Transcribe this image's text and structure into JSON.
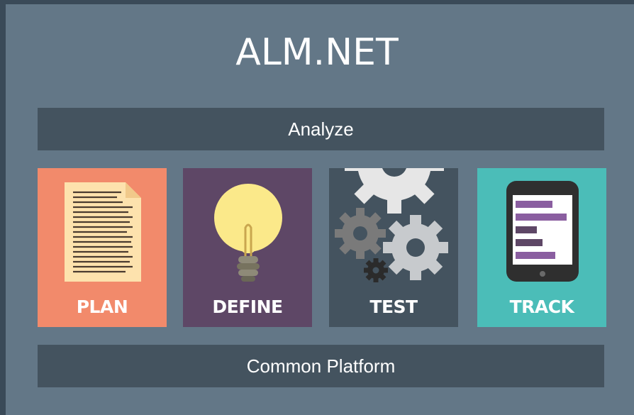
{
  "title": "ALM.NET",
  "top_bar": {
    "label": "Analyze"
  },
  "bottom_bar": {
    "label": "Common Platform"
  },
  "tiles": [
    {
      "label": "PLAN",
      "icon": "document-icon",
      "color": "#f28a6b"
    },
    {
      "label": "DEFINE",
      "icon": "lightbulb-icon",
      "color": "#5e4766"
    },
    {
      "label": "TEST",
      "icon": "gears-icon",
      "color": "#44535f"
    },
    {
      "label": "TRACK",
      "icon": "tablet-chart-icon",
      "color": "#4bbdb8"
    }
  ]
}
